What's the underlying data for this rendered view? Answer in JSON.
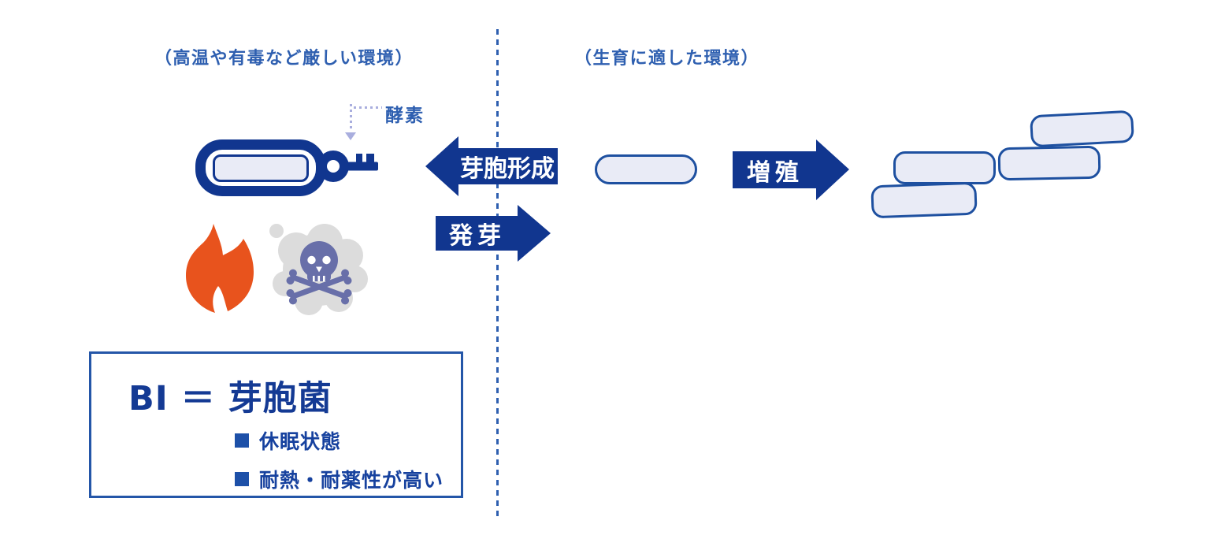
{
  "diagram": {
    "left_env_label": "（高温や有毒など厳しい環境）",
    "right_env_label": "（生育に適した環境）",
    "enzyme_label": "酵素",
    "arrows": {
      "spore_formation": "芽胞形成",
      "germination": "発芽",
      "proliferation": "増殖"
    },
    "info_box": {
      "title": "BI ＝ 芽胞菌",
      "bullets": [
        "休眠状態",
        "耐熱・耐薬性が高い"
      ]
    },
    "icons": {
      "fire": "fire-icon",
      "skull": "skull-crossbones-icon",
      "spore_key": "key-icon",
      "enzyme_pointer": "dotted-arrow-down-icon"
    },
    "colors": {
      "navy_arrow": "#11368f",
      "header_blue": "#2e5fb0",
      "cell_fill": "#e9ebf6",
      "cell_border": "#1e50a0",
      "flame_orange": "#e8531d",
      "skull_purple": "#686fa9",
      "cloud_gray": "#dcdcdc",
      "enzyme_dotted": "#a9aede",
      "info_border": "#2456a8",
      "info_text": "#143a94"
    }
  }
}
